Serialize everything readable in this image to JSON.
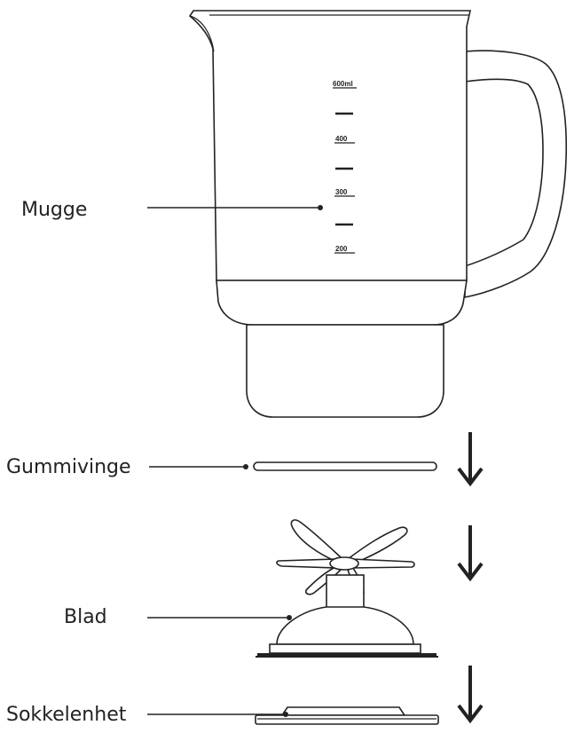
{
  "labels": {
    "jug": "Mugge",
    "rubber_seal": "Gummivinge",
    "blade": "Blad",
    "base_unit": "Sokkelenhet"
  },
  "scale_marks": [
    "600ml",
    "400",
    "300",
    "200"
  ],
  "colors": {
    "line": "#222222",
    "background": "#ffffff"
  },
  "icons": [
    "arrow-down-icon",
    "arrow-down-icon",
    "arrow-down-icon"
  ]
}
